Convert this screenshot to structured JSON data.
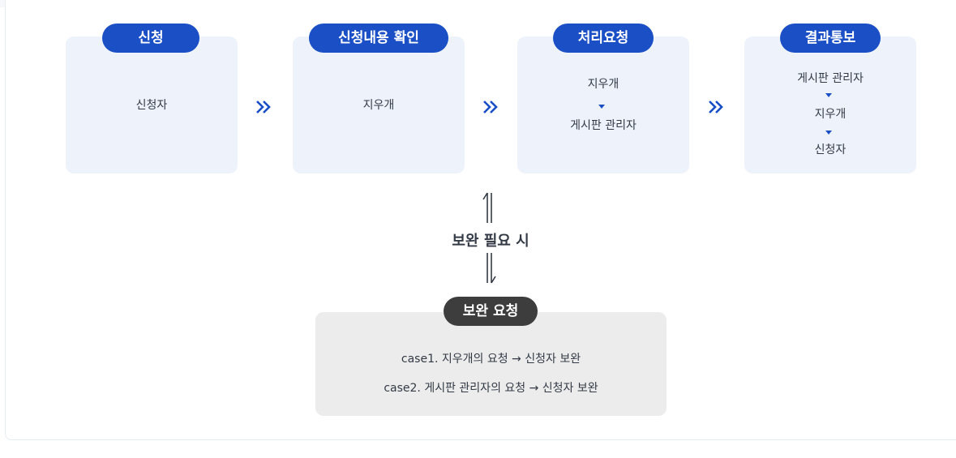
{
  "steps": [
    {
      "title": "신청",
      "lines": [
        "신청자"
      ]
    },
    {
      "title": "신청내용 확인",
      "lines": [
        "지우개"
      ]
    },
    {
      "title": "처리요청",
      "lines": [
        "지우개",
        "게시판 관리자"
      ]
    },
    {
      "title": "결과통보",
      "lines": [
        "게시판 관리자",
        "지우개",
        "신청자"
      ]
    }
  ],
  "feedback": {
    "label": "보완 필요 시"
  },
  "supplement": {
    "title": "보완 요청",
    "cases": [
      "case1. 지우개의 요청 → 신청자 보완",
      "case2. 게시판 관리자의 요청 → 신청자 보완"
    ]
  },
  "colors": {
    "accent": "#1a4fc5",
    "card_bg": "#eef3fb",
    "gray_box": "#ececec",
    "dark_pill": "#3d3d3d"
  }
}
